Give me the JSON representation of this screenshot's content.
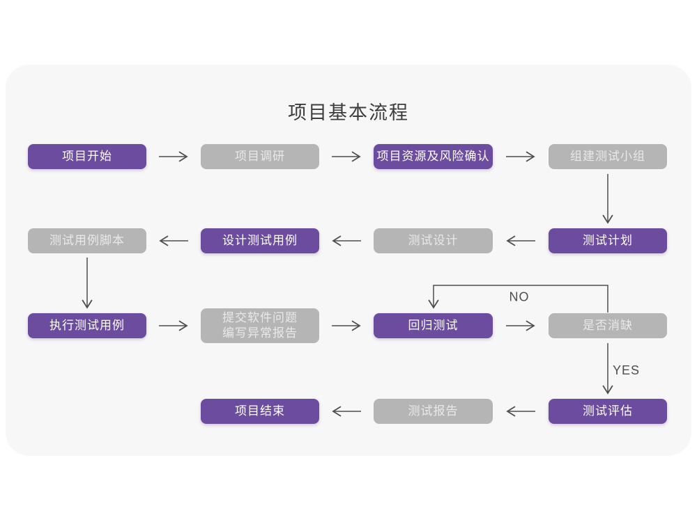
{
  "title": "项目基本流程",
  "colors": {
    "page": "#FFFFFF",
    "card": "#F7F7F7",
    "purple": "#6C4C9E",
    "gray": "#B5B5B5",
    "grayText": "#E9E9E9",
    "arrow": "#4D4D4D",
    "title": "#3C3C3C"
  },
  "flowchart": {
    "nodes": [
      {
        "id": "project-start",
        "label": "项目开始",
        "type": "primary"
      },
      {
        "id": "project-research",
        "label": "项目调研",
        "type": "secondary"
      },
      {
        "id": "resource-risk",
        "label": "项目资源及风险确认",
        "type": "primary"
      },
      {
        "id": "build-test-team",
        "label": "组建测试小组",
        "type": "secondary"
      },
      {
        "id": "test-plan",
        "label": "测试计划",
        "type": "primary"
      },
      {
        "id": "test-design",
        "label": "测试设计",
        "type": "secondary"
      },
      {
        "id": "design-test-cases",
        "label": "设计测试用例",
        "type": "primary"
      },
      {
        "id": "test-case-script",
        "label": "测试用例脚本",
        "type": "secondary"
      },
      {
        "id": "execute-test-cases",
        "label": "执行测试用例",
        "type": "primary"
      },
      {
        "id": "submit-issue-report",
        "label": "提交软件问题\n编写异常报告",
        "type": "secondary"
      },
      {
        "id": "regression-test",
        "label": "回归测试",
        "type": "primary"
      },
      {
        "id": "defect-resolved",
        "label": "是否消缺",
        "type": "secondary"
      },
      {
        "id": "test-evaluation",
        "label": "测试评估",
        "type": "primary"
      },
      {
        "id": "test-report",
        "label": "测试报告",
        "type": "secondary"
      },
      {
        "id": "project-end",
        "label": "项目结束",
        "type": "primary"
      }
    ],
    "edge_labels": {
      "no": "NO",
      "yes": "YES"
    }
  }
}
